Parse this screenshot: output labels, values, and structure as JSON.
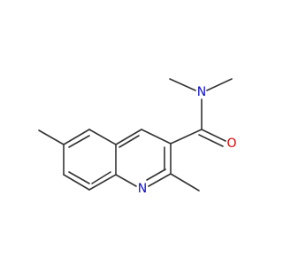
{
  "molecule": {
    "atoms": {
      "amide_n": {
        "symbol": "N",
        "color": "#1010cc"
      },
      "carbonyl_o": {
        "symbol": "O",
        "color": "#dd0000"
      },
      "ring_n": {
        "symbol": "N",
        "color": "#1010cc"
      }
    },
    "bond_color": "#333333"
  }
}
